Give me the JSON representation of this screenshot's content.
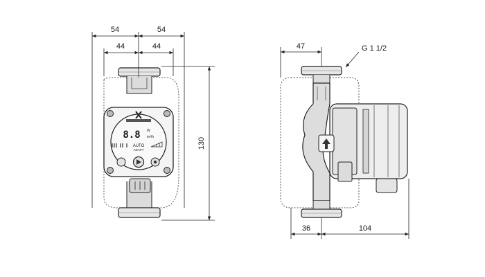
{
  "front_view": {
    "dim_outer_left": "54",
    "dim_outer_right": "54",
    "dim_inner_left": "44",
    "dim_inner_right": "44",
    "dim_height": "130",
    "display": {
      "reading": "8.8",
      "unit_top": "W",
      "unit_bottom": "m³/h",
      "mode_line1": "AUTO",
      "mode_line2": "ADAPT"
    }
  },
  "side_view": {
    "dim_top": "47",
    "thread_label": "G 1 1/2",
    "dim_bottom_left": "36",
    "dim_bottom_right": "104"
  },
  "icons": [
    "brand-logo-icon",
    "grip-icon",
    "arrow-up-icon"
  ]
}
